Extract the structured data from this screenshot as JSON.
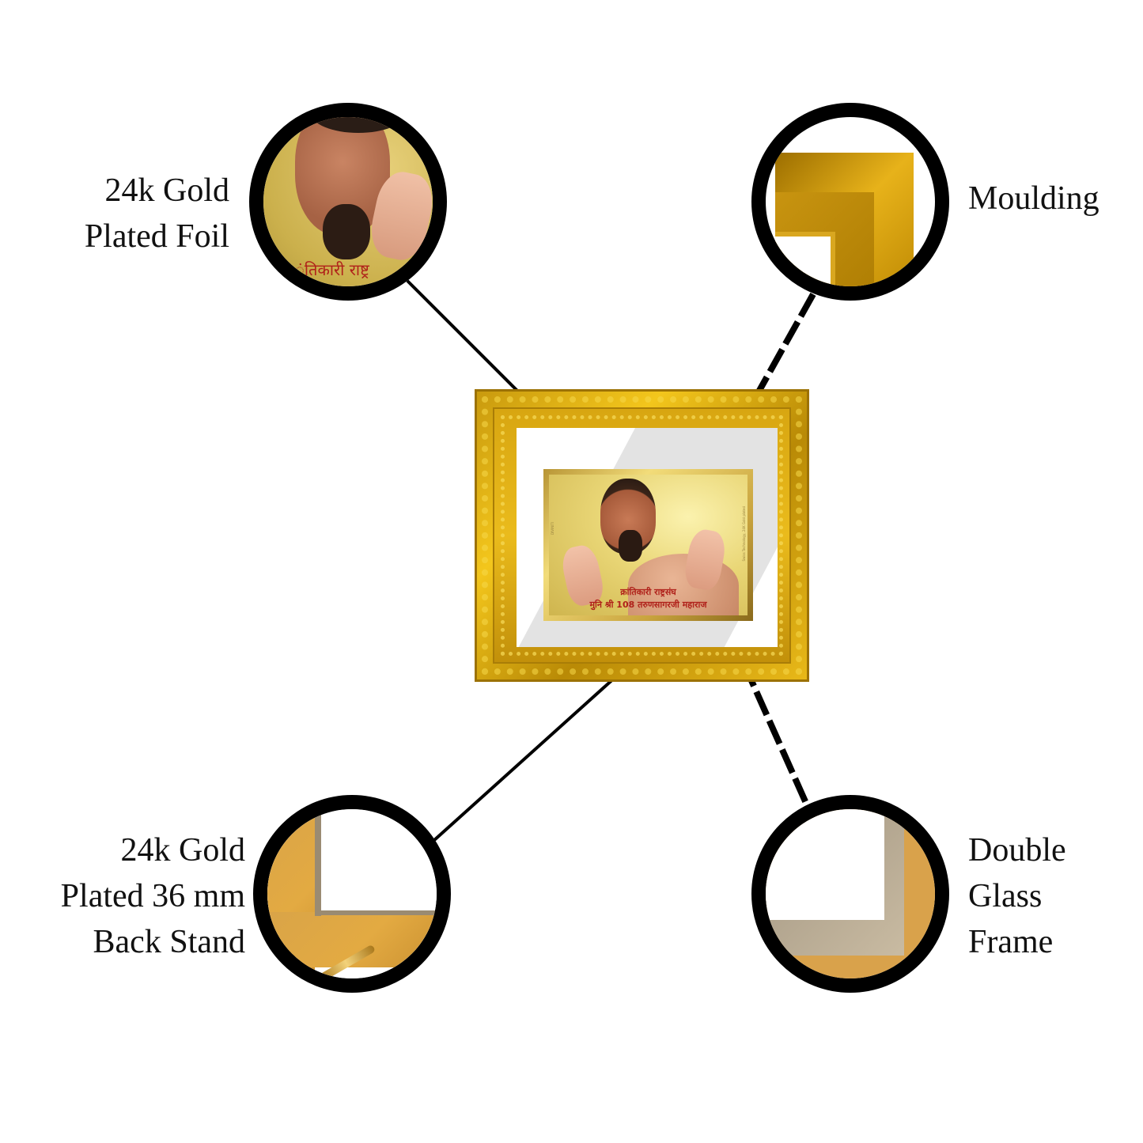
{
  "callouts": {
    "gold_foil": {
      "lines": [
        "24k Gold",
        "Plated Foil"
      ],
      "zoom_text": "ंतिकारी राष्ट्र"
    },
    "moulding": {
      "lines": [
        "Moulding"
      ]
    },
    "back_stand": {
      "lines": [
        "24k Gold",
        "Plated 36 mm",
        "Back Stand"
      ]
    },
    "double_glass": {
      "lines": [
        "Double",
        "Glass",
        "Frame"
      ]
    }
  },
  "product": {
    "plate_text_line1": "क्रांतिकारी राष्ट्रसंघ",
    "plate_text_line2": "मुनि श्री 108 तरुणसागरजी महाराज",
    "side_text_left": "DIVINITI",
    "side_text_right": "Swiss Technology, 24K Gold plated"
  },
  "colors": {
    "frame_gold": "#e0ad14",
    "plate_text": "#b0211a",
    "circle_border": "#000000",
    "background": "#ffffff"
  }
}
